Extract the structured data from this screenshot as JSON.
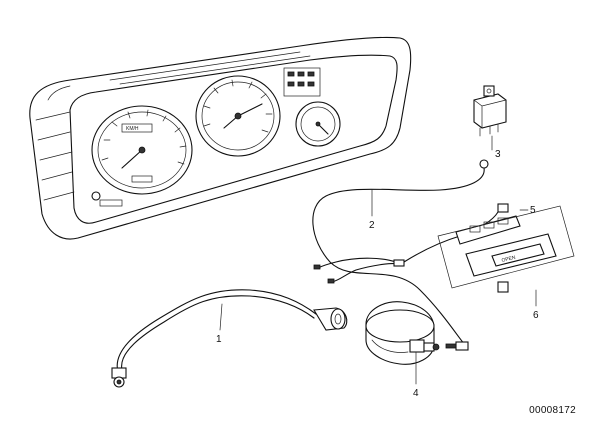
{
  "callouts": {
    "c1": "1",
    "c2": "2",
    "c3": "3",
    "c4": "4",
    "c5": "5",
    "c6": "6"
  },
  "drawing_number": "00008172",
  "dials": {
    "left_label": "KM/H",
    "center_label": "",
    "right_label": ""
  },
  "display_text": "OPEN"
}
